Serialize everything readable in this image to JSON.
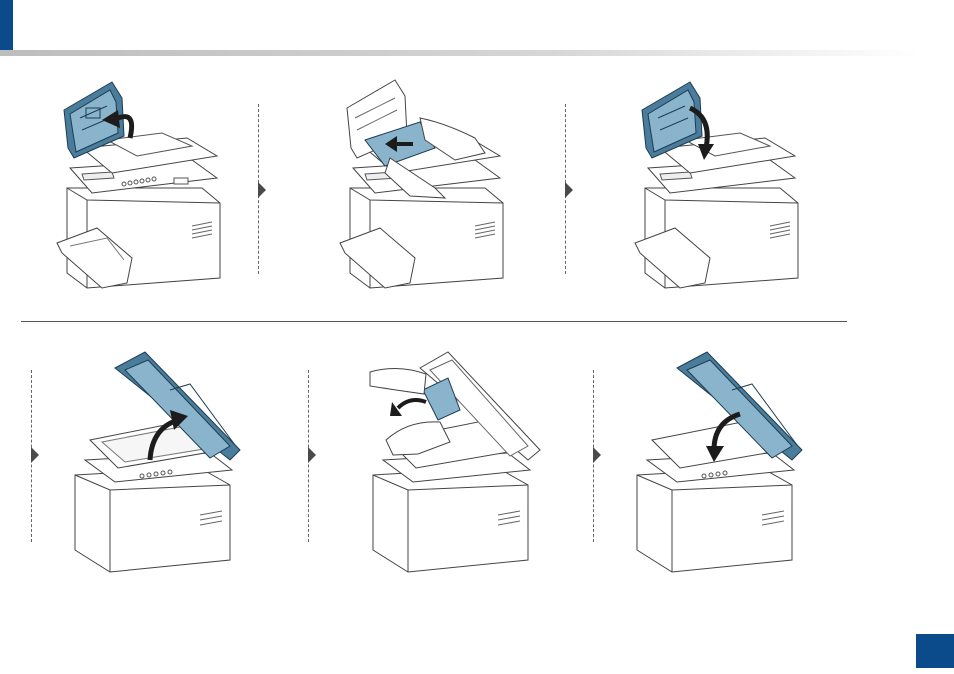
{
  "document": {
    "page_number": "",
    "colors": {
      "accent": "#0b4a8b",
      "cover_blue": "#4a7c9b",
      "cover_blue_light": "#8ab4cc",
      "line": "#4a4a4a"
    }
  },
  "steps": [
    {
      "id": 1,
      "icon": "printer-open-adf-cover-icon"
    },
    {
      "id": 2,
      "icon": "printer-remove-adf-jam-icon"
    },
    {
      "id": 3,
      "icon": "printer-close-adf-cover-icon"
    },
    {
      "id": 4,
      "icon": "printer-open-scanner-lid-icon"
    },
    {
      "id": 5,
      "icon": "printer-remove-glass-jam-icon"
    },
    {
      "id": 6,
      "icon": "printer-close-scanner-lid-icon"
    }
  ]
}
